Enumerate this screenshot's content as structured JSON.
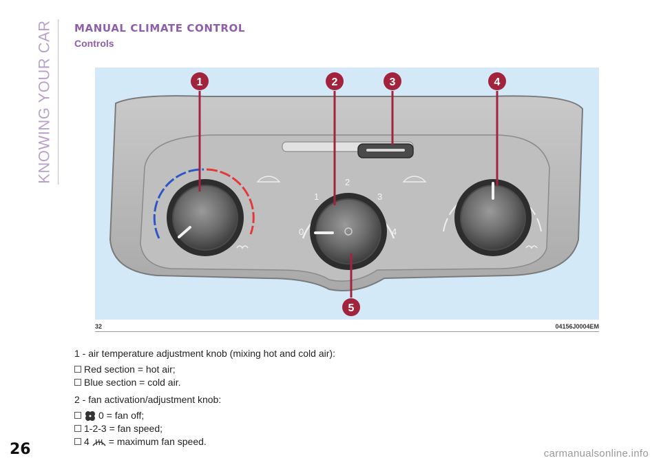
{
  "side_tab": "KNOWING YOUR CAR",
  "title": "MANUAL CLIMATE CONTROL",
  "subtitle": "Controls",
  "figure": {
    "callouts": [
      "1",
      "2",
      "3",
      "4",
      "5"
    ],
    "fan_scale": [
      "0",
      "1",
      "2",
      "3",
      "4"
    ],
    "number": "32",
    "code": "04156J0004EM"
  },
  "body": {
    "item1_heading": "1 - air temperature adjustment knob (mixing hot and cold air):",
    "item1_bullets": [
      "Red section = hot air;",
      "Blue section = cold air."
    ],
    "item2_heading": "2 - fan activation/adjustment knob:",
    "item2_bullet1": "0 = fan off;",
    "item2_bullet2": "1-2-3 = fan speed;",
    "item2_bullet3_prefix": "4",
    "item2_bullet3_suffix": "= maximum fan speed."
  },
  "page_number": "26",
  "watermark": "carmanualsonline.info",
  "colors": {
    "accent": "#8f5ea9",
    "hot": "#e03a3a",
    "cold": "#2d55c6",
    "callout": "#a2243c"
  }
}
